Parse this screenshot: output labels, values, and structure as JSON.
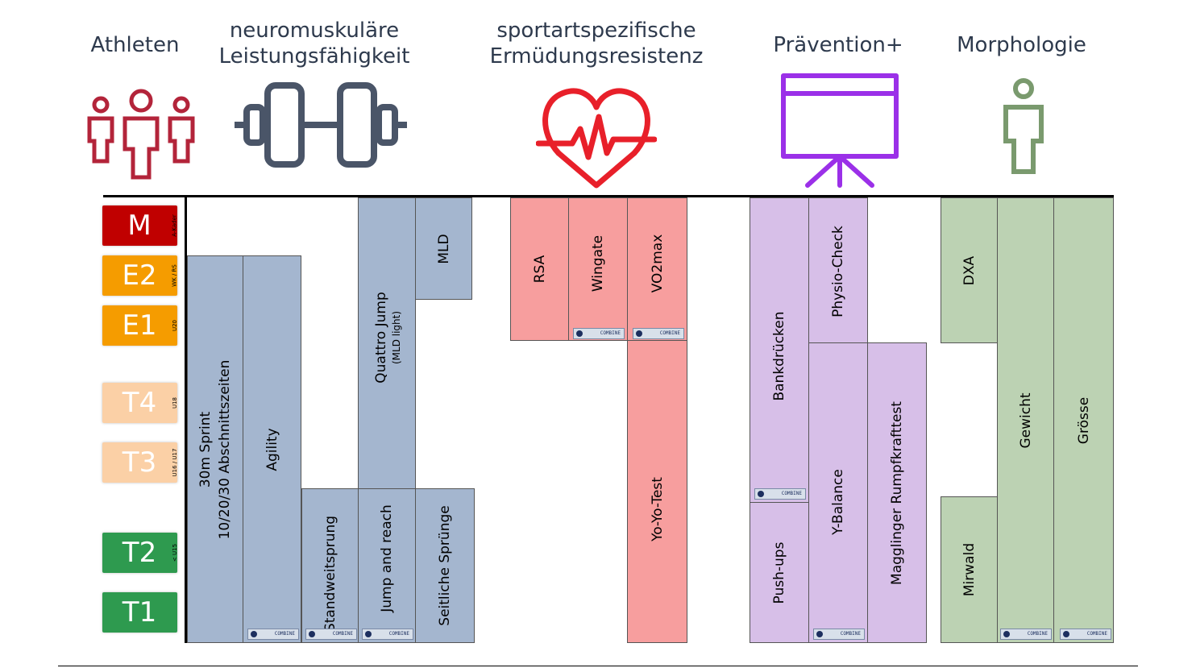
{
  "categories": {
    "athleten": "Athleten",
    "neuro_line1": "neuromuskuläre",
    "neuro_line2": "Leistungsfähigkeit",
    "sport_line1": "sportartspezifische",
    "sport_line2": "Ermüdungsresistenz",
    "praevention": "Prävention+",
    "morphologie": "Morphologie"
  },
  "colors": {
    "athleten_icon": "#b3243a",
    "neuro_icon": "#4a5568",
    "sport_icon": "#e8202a",
    "praevention_icon": "#9b30e8",
    "morphologie_icon": "#7a9a6e",
    "neuro_block": "#a4b6cf",
    "sport_block": "#f79e9e",
    "praevention_block": "#d7bfe8",
    "morphologie_block": "#bcd2b3"
  },
  "icons": {
    "athleten": "people-group-icon",
    "neuro": "dumbbell-icon",
    "sport": "heartbeat-icon",
    "praevention": "presentation-board-icon",
    "morphologie": "person-icon"
  },
  "levels": [
    {
      "name": "M",
      "sub": "A-Kader",
      "color": "#c00000",
      "text_color": "#ffffff"
    },
    {
      "name": "E2",
      "sub": "WK / RS",
      "color": "#f59c00",
      "text_color": "#ffffff"
    },
    {
      "name": "E1",
      "sub": "U20",
      "color": "#f59c00",
      "text_color": "#ffffff"
    },
    {
      "name": "T4",
      "sub": "U18",
      "color": "#fbd0a6",
      "text_color": "#ffffff"
    },
    {
      "name": "T3",
      "sub": "U16 / U17",
      "color": "#fbd0a6",
      "text_color": "#ffffff"
    },
    {
      "name": "T2",
      "sub": "< U15",
      "color": "#2e9a4f",
      "text_color": "#ffffff"
    },
    {
      "name": "T1",
      "sub": "",
      "color": "#2e9a4f",
      "text_color": "#ffffff"
    }
  ],
  "badge_text": "COMBINE",
  "tests": {
    "sprint_line1": "30m Sprint",
    "sprint_line2": "10/20/30 Abschnittszeiten",
    "agility": "Agility",
    "standweitsprung": "Standweitsprung",
    "quattro": "Quattro Jump",
    "quattro_sub": "(MLD light)",
    "jump_reach": "Jump and reach",
    "mld": "MLD",
    "seitliche": "Seitliche Sprünge",
    "rsa": "RSA",
    "wingate": "Wingate",
    "vo2max": "VO2max",
    "yoyo": "Yo-Yo-Test",
    "bankdruecken": "Bankdrücken",
    "pushups": "Push-ups",
    "physio": "Physio-Check",
    "ybalance": "Y-Balance",
    "magglinger": "Magglinger Rumpfkrafttest",
    "dxa": "DXA",
    "mirwald": "Mirwald",
    "gewicht": "Gewicht",
    "groesse": "Grösse"
  }
}
